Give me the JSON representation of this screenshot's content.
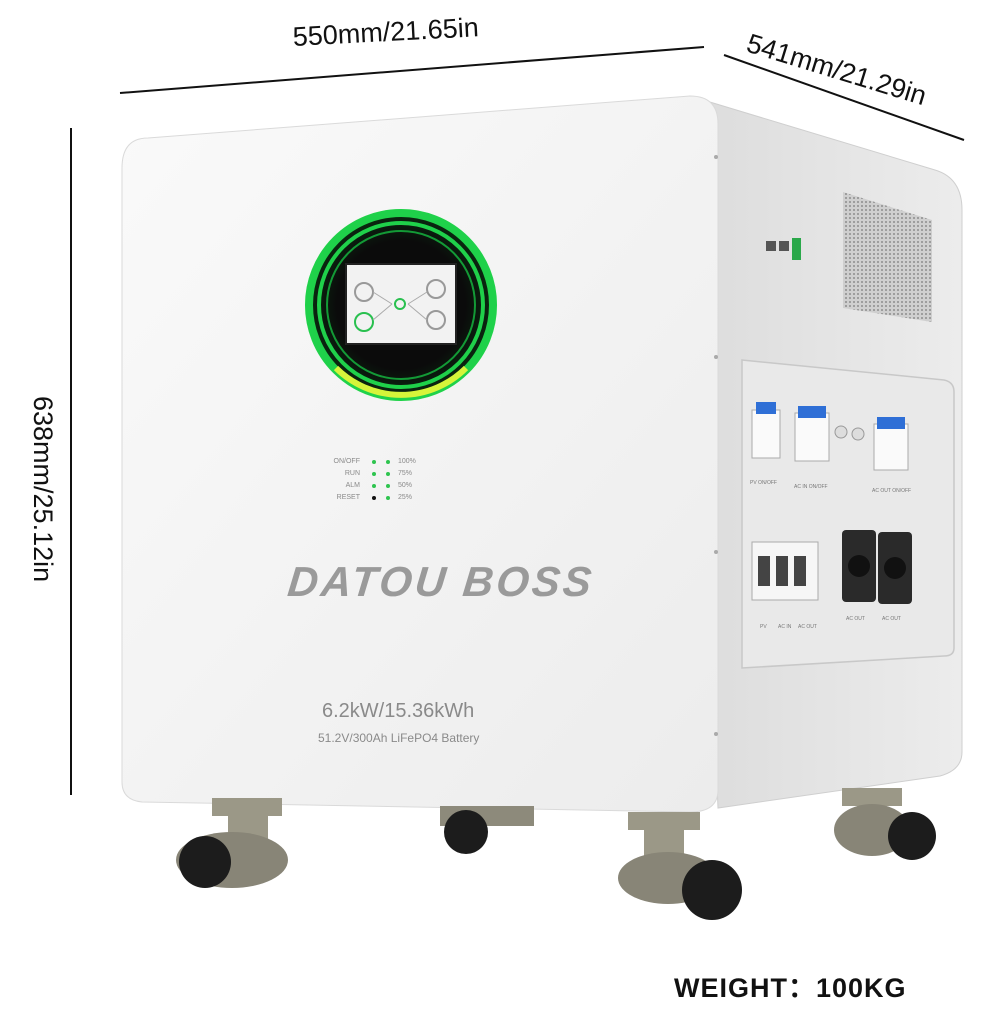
{
  "dimensions": {
    "width": "550mm/21.65in",
    "depth": "541mm/21.29in",
    "height": "638mm/25.12in"
  },
  "weight": "WEIGHT：100KG",
  "product": {
    "brand": "DATOU BOSS",
    "power": "6.2kW/15.36kWh",
    "battery": "51.2V/300Ah LiFePO4 Battery",
    "indicators": [
      {
        "label": "ON/OFF",
        "level": "100%"
      },
      {
        "label": "RUN",
        "level": "75%"
      },
      {
        "label": "ALM",
        "level": "50%"
      },
      {
        "label": "RESET",
        "level": "25%"
      }
    ],
    "panel_labels": {
      "pv_onoff": "PV ON/OFF",
      "ac_in_onoff": "AC IN ON/OFF",
      "ac_out_onoff": "AC OUT ON/OFF",
      "pv": "PV",
      "ac_in": "AC IN",
      "ac_out": "AC OUT",
      "ac_out_1": "AC OUT",
      "ac_out_2": "AC OUT"
    }
  },
  "colors": {
    "ring_green": "#1fd14a",
    "body_white": "#f4f4f4",
    "side_gray": "#e6e6e6",
    "breaker_blue": "#2f6fd6"
  }
}
